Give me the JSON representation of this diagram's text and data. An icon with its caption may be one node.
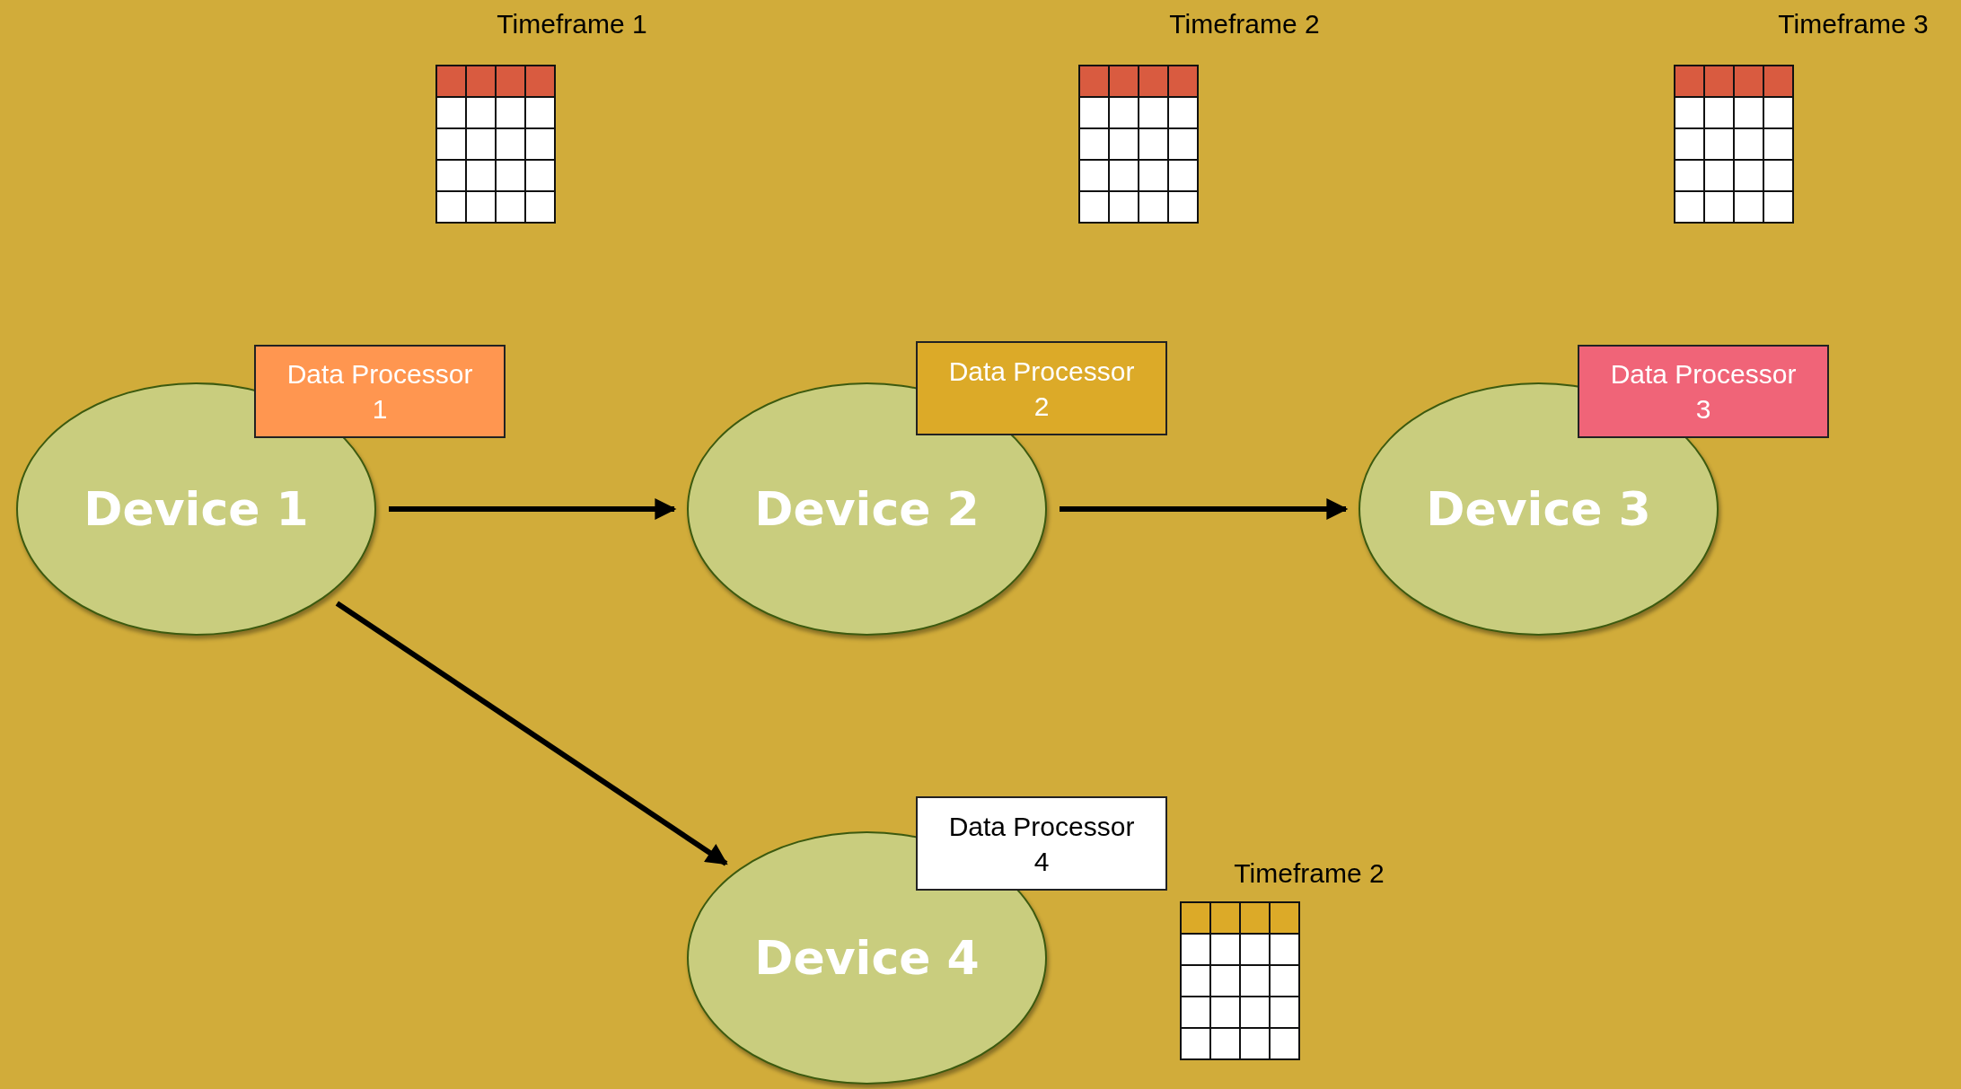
{
  "diagram": {
    "nodes": [
      {
        "text": [
          "Device 1"
        ]
      },
      {
        "text": [
          "Data Processor 1"
        ]
      },
      {
        "text": [
          "Device 2"
        ]
      },
      {
        "text": [
          "Data Processor 2"
        ]
      },
      {
        "text": [
          "Device 3"
        ]
      },
      {
        "text": [
          "Data Processor 3"
        ]
      },
      {
        "text": [
          "Device 4"
        ]
      },
      {
        "text": [
          "Data Processor 4"
        ]
      }
    ],
    "edges": [
      {
        "from": 0,
        "to": 2,
        "arrow": "to"
      },
      {
        "from": 2,
        "to": 4,
        "arrow": "to"
      },
      {
        "from": 0,
        "to": 6,
        "arrow": "to"
      }
    ],
    "labels": [
      "Timeframe 1",
      "Timeframe 2",
      "Timeframe 3",
      "Timeframe 2"
    ]
  }
}
